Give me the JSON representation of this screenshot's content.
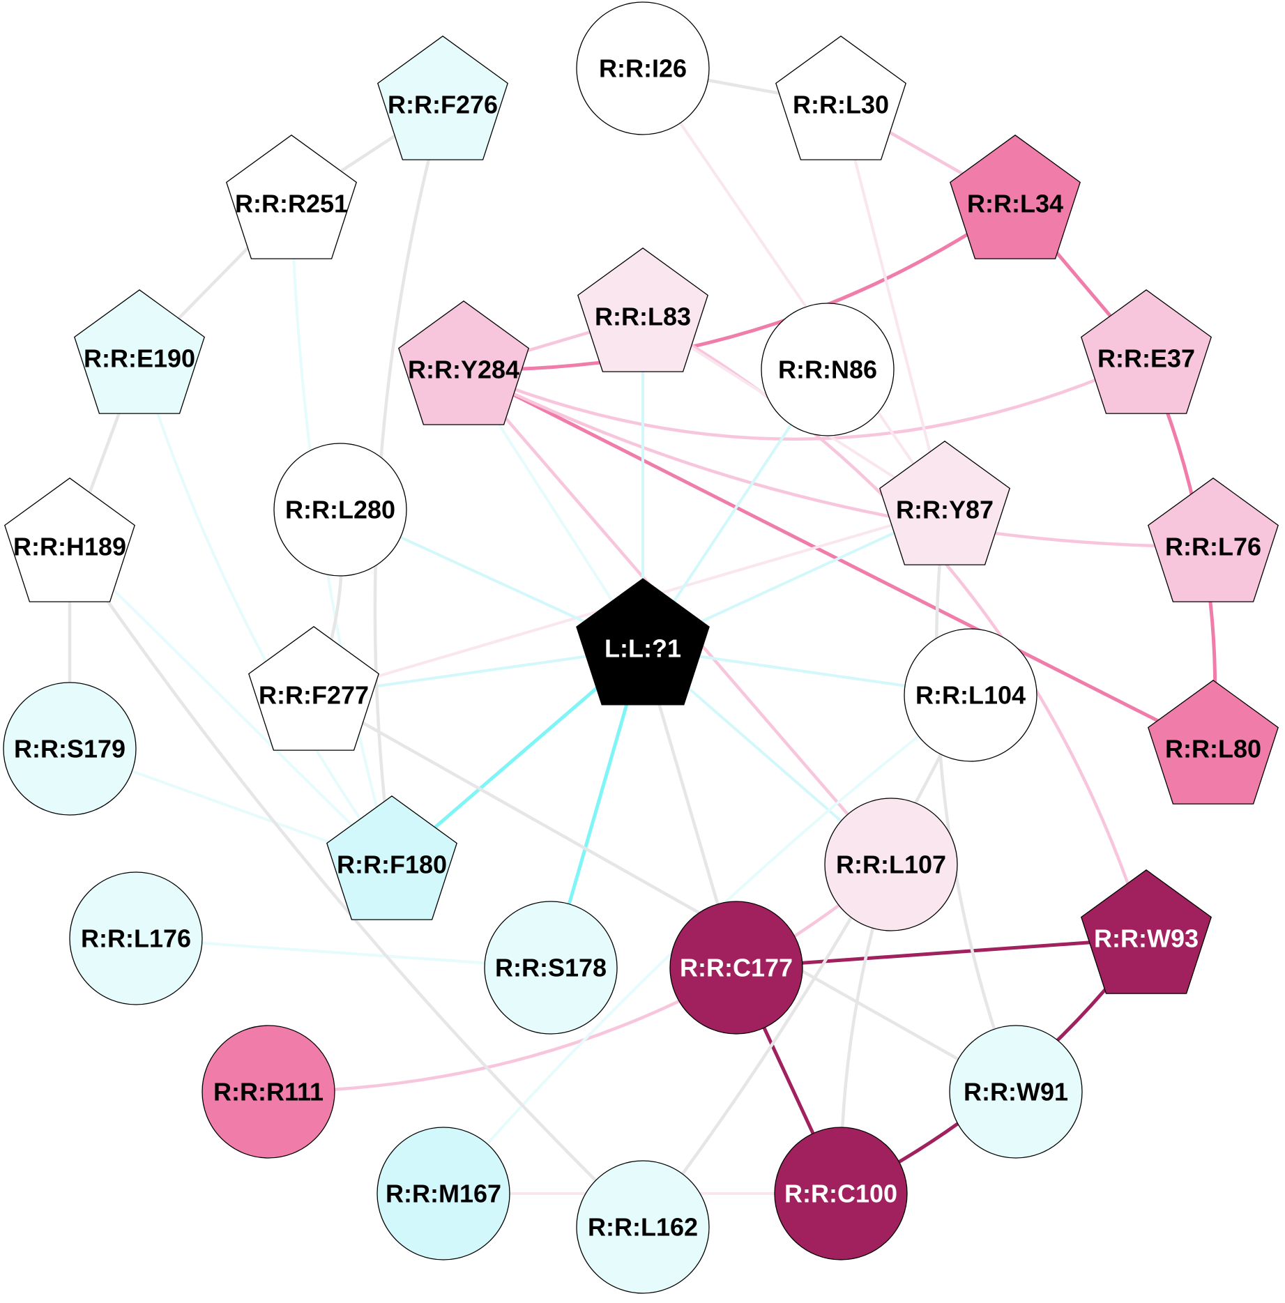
{
  "colors": {
    "cyan_faint": "#e6fbfc",
    "cyan_light": "#d2f8fb",
    "cyan_strong": "#7ff5f7",
    "pink_faint": "#f9e6ef",
    "pink_light": "#f8c6dc",
    "pink_mid": "#f07caa",
    "magenta_dark": "#a0215e",
    "gray": "#e6e6e6",
    "black": "#000000",
    "white": "#ffffff"
  },
  "nodes": [
    {
      "id": "I26",
      "label": "R:R:I26",
      "shape": "circle",
      "fill": "#ffffff",
      "text": "#000000"
    },
    {
      "id": "L30",
      "label": "R:R:L30",
      "shape": "pentagon",
      "fill": "#ffffff",
      "text": "#000000"
    },
    {
      "id": "F276",
      "label": "R:R:F276",
      "shape": "pentagon",
      "fill": "#e6fbfc",
      "text": "#000000"
    },
    {
      "id": "R251",
      "label": "R:R:R251",
      "shape": "pentagon",
      "fill": "#ffffff",
      "text": "#000000"
    },
    {
      "id": "L34",
      "label": "R:R:L34",
      "shape": "pentagon",
      "fill": "#f07caa",
      "text": "#000000"
    },
    {
      "id": "L83",
      "label": "R:R:L83",
      "shape": "pentagon",
      "fill": "#f9e6ef",
      "text": "#000000"
    },
    {
      "id": "E190",
      "label": "R:R:E190",
      "shape": "pentagon",
      "fill": "#e6fbfc",
      "text": "#000000"
    },
    {
      "id": "Y284",
      "label": "R:R:Y284",
      "shape": "pentagon",
      "fill": "#f8c6dc",
      "text": "#000000"
    },
    {
      "id": "N86",
      "label": "R:R:N86",
      "shape": "circle",
      "fill": "#ffffff",
      "text": "#000000"
    },
    {
      "id": "E37",
      "label": "R:R:E37",
      "shape": "pentagon",
      "fill": "#f8c6dc",
      "text": "#000000"
    },
    {
      "id": "L280",
      "label": "R:R:L280",
      "shape": "circle",
      "fill": "#ffffff",
      "text": "#000000"
    },
    {
      "id": "Y87",
      "label": "R:R:Y87",
      "shape": "pentagon",
      "fill": "#f9e6ef",
      "text": "#000000"
    },
    {
      "id": "H189",
      "label": "R:R:H189",
      "shape": "pentagon",
      "fill": "#ffffff",
      "text": "#000000"
    },
    {
      "id": "L76",
      "label": "R:R:L76",
      "shape": "pentagon",
      "fill": "#f8c6dc",
      "text": "#000000"
    },
    {
      "id": "LIG",
      "label": "L:L:?1",
      "shape": "pentagon",
      "fill": "#000000",
      "text": "#ffffff"
    },
    {
      "id": "F277",
      "label": "R:R:F277",
      "shape": "pentagon",
      "fill": "#ffffff",
      "text": "#000000"
    },
    {
      "id": "L104",
      "label": "R:R:L104",
      "shape": "circle",
      "fill": "#ffffff",
      "text": "#000000"
    },
    {
      "id": "S179",
      "label": "R:R:S179",
      "shape": "circle",
      "fill": "#e6fbfc",
      "text": "#000000"
    },
    {
      "id": "L80",
      "label": "R:R:L80",
      "shape": "pentagon",
      "fill": "#f07caa",
      "text": "#000000"
    },
    {
      "id": "F180",
      "label": "R:R:F180",
      "shape": "pentagon",
      "fill": "#d2f8fb",
      "text": "#000000"
    },
    {
      "id": "L107",
      "label": "R:R:L107",
      "shape": "circle",
      "fill": "#f9e6ef",
      "text": "#000000"
    },
    {
      "id": "L176",
      "label": "R:R:L176",
      "shape": "circle",
      "fill": "#e6fbfc",
      "text": "#000000"
    },
    {
      "id": "S178",
      "label": "R:R:S178",
      "shape": "circle",
      "fill": "#e6fbfc",
      "text": "#000000"
    },
    {
      "id": "C177",
      "label": "R:R:C177",
      "shape": "circle",
      "fill": "#a0215e",
      "text": "#ffffff"
    },
    {
      "id": "W93",
      "label": "R:R:W93",
      "shape": "pentagon",
      "fill": "#a0215e",
      "text": "#ffffff"
    },
    {
      "id": "R111",
      "label": "R:R:R111",
      "shape": "circle",
      "fill": "#f07caa",
      "text": "#000000"
    },
    {
      "id": "W91",
      "label": "R:R:W91",
      "shape": "circle",
      "fill": "#e6fbfc",
      "text": "#000000"
    },
    {
      "id": "M167",
      "label": "R:R:M167",
      "shape": "circle",
      "fill": "#d2f8fb",
      "text": "#000000"
    },
    {
      "id": "L162",
      "label": "R:R:L162",
      "shape": "circle",
      "fill": "#e6fbfc",
      "text": "#000000"
    },
    {
      "id": "C100",
      "label": "R:R:C100",
      "shape": "circle",
      "fill": "#a0215e",
      "text": "#ffffff"
    }
  ],
  "edges": [
    {
      "source": "I26",
      "target": "L30",
      "color": "#e6e6e6"
    },
    {
      "source": "L30",
      "target": "L34",
      "color": "#f8c6dc"
    },
    {
      "source": "F276",
      "target": "R251",
      "color": "#e6e6e6"
    },
    {
      "source": "R251",
      "target": "E190",
      "color": "#e6e6e6"
    },
    {
      "source": "E190",
      "target": "H189",
      "color": "#e6e6e6"
    },
    {
      "source": "H189",
      "target": "S179",
      "color": "#e6e6e6"
    },
    {
      "source": "L34",
      "target": "E37",
      "color": "#f07caa"
    },
    {
      "source": "L34",
      "target": "Y284",
      "color": "#f07caa"
    },
    {
      "source": "E37",
      "target": "L80",
      "color": "#f07caa"
    },
    {
      "source": "Y284",
      "target": "L80",
      "color": "#f07caa"
    },
    {
      "source": "Y284",
      "target": "L83",
      "color": "#f8c6dc"
    },
    {
      "source": "Y284",
      "target": "E37",
      "color": "#f8c6dc"
    },
    {
      "source": "Y284",
      "target": "L76",
      "color": "#f8c6dc"
    },
    {
      "source": "Y284",
      "target": "L107",
      "color": "#f8c6dc"
    },
    {
      "source": "L83",
      "target": "W93",
      "color": "#f8c6dc"
    },
    {
      "source": "I26",
      "target": "Y87",
      "color": "#f9e6ef"
    },
    {
      "source": "L30",
      "target": "Y87",
      "color": "#f9e6ef"
    },
    {
      "source": "L83",
      "target": "Y87",
      "color": "#f9e6ef"
    },
    {
      "source": "Y87",
      "target": "F277",
      "color": "#f9e6ef"
    },
    {
      "source": "L107",
      "target": "R111",
      "color": "#f8c6dc"
    },
    {
      "source": "M167",
      "target": "C100",
      "color": "#f9e6ef"
    },
    {
      "source": "C177",
      "target": "W93",
      "color": "#a0215e"
    },
    {
      "source": "C177",
      "target": "C100",
      "color": "#a0215e"
    },
    {
      "source": "C100",
      "target": "W93",
      "color": "#a0215e"
    },
    {
      "source": "LIG",
      "target": "F180",
      "color": "#7ff5f7"
    },
    {
      "source": "LIG",
      "target": "S178",
      "color": "#7ff5f7"
    },
    {
      "source": "LIG",
      "target": "L83",
      "color": "#d2f8fb"
    },
    {
      "source": "LIG",
      "target": "N86",
      "color": "#d2f8fb"
    },
    {
      "source": "LIG",
      "target": "Y87",
      "color": "#d2f8fb"
    },
    {
      "source": "LIG",
      "target": "F277",
      "color": "#d2f8fb"
    },
    {
      "source": "LIG",
      "target": "L104",
      "color": "#d2f8fb"
    },
    {
      "source": "LIG",
      "target": "L107",
      "color": "#d2f8fb"
    },
    {
      "source": "LIG",
      "target": "L280",
      "color": "#d2f8fb"
    },
    {
      "source": "LIG",
      "target": "Y284",
      "color": "#e6fbfc"
    },
    {
      "source": "LIG",
      "target": "C177",
      "color": "#e6e6e6"
    },
    {
      "source": "R251",
      "target": "F180",
      "color": "#e6fbfc"
    },
    {
      "source": "E190",
      "target": "F180",
      "color": "#e6fbfc"
    },
    {
      "source": "H189",
      "target": "F180",
      "color": "#e6fbfc"
    },
    {
      "source": "S179",
      "target": "F180",
      "color": "#e6fbfc"
    },
    {
      "source": "L176",
      "target": "S178",
      "color": "#e6fbfc"
    },
    {
      "source": "L104",
      "target": "M167",
      "color": "#e6fbfc"
    },
    {
      "source": "F276",
      "target": "F180",
      "color": "#e6e6e6"
    },
    {
      "source": "L280",
      "target": "F277",
      "color": "#e6e6e6"
    },
    {
      "source": "F277",
      "target": "W91",
      "color": "#e6e6e6"
    },
    {
      "source": "H189",
      "target": "L162",
      "color": "#e6e6e6"
    },
    {
      "source": "Y87",
      "target": "W91",
      "color": "#e6e6e6"
    },
    {
      "source": "L104",
      "target": "L162",
      "color": "#e6e6e6"
    },
    {
      "source": "L107",
      "target": "C100",
      "color": "#e6e6e6"
    }
  ]
}
